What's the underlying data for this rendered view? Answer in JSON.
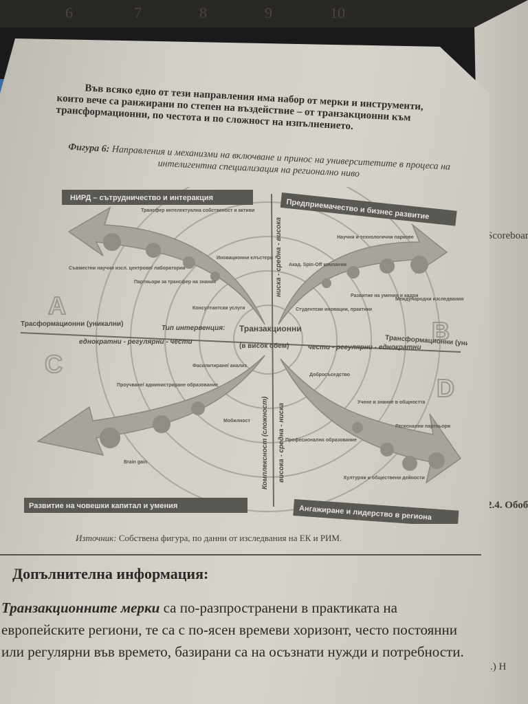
{
  "ruler_numbers": [
    "6",
    "7",
    "8",
    "9",
    "10"
  ],
  "paragraph": "Във всяко едно от тези направления има набор от мерки и инструменти, които вече са ранжирани по степен на въздействие – от транзакционни към трансформационни, по честота и по сложност на изпълнението.",
  "figure": {
    "label": "Фигура 6:",
    "title": "Направления и механизми на включване и принос на университетите в процеса на интелигентна специализация на регионално ниво",
    "quadrant_titles": {
      "nw": "НИРД – сътрудничество и интеракция",
      "ne": "Предприемачество и бизнес развитие",
      "sw": "Развитие на човешки капитал и умения",
      "se": "Ангажиране и лидерство в региона"
    },
    "letters": [
      "A",
      "B",
      "C",
      "D"
    ],
    "axis": {
      "left": "Трасформационни (уникални)",
      "right": "Трансформационни (уникални)",
      "type": "Тип интервенция:",
      "center": "Транзакционни",
      "center_sub": "(в висок обем)",
      "freq_left": "еднократни - регулярни - чести",
      "freq_right": "чести - регулярни - еднократни",
      "vert_top": "ниска - средна - висока",
      "vert_title": "Комплексност (сложност)",
      "vert_bottom": "висока - средна - ниска"
    },
    "labels": {
      "nw": [
        "Трансфер интелектуална собственост и активи",
        "Съвместни научни изсл. центрове/ лаборатории",
        "Партньори за трансфер на знания",
        "Иновационни клъстери",
        "Консултантски услуги"
      ],
      "ne": [
        "Научни и технологични паркове",
        "Акад. Spin-Off компании",
        "Развитие на умения и кадри",
        "Студентски иновации, практики",
        "Международни изследвания"
      ],
      "sw": [
        "Фасилитиране/ анализ",
        "Проучване/ администриране образование",
        "Мобилност",
        "Brain gain"
      ],
      "se": [
        "Добросъседство",
        "Учене и знание в общността",
        "Професионално образование",
        "Регионални партньори",
        "Културни и обществени дейности"
      ]
    }
  },
  "source_label": "Източник:",
  "source_text": "Собствена фигура, по данни от изследвания на ЕК и РИМ.",
  "additional_heading": "Допълнителна информация:",
  "body_bold": "Транзакционните мерки",
  "body_text": "са по-разпространени в практиката на европейските региони, те са с по-ясен времеви хоризонт, често постоянни или регулярни във времето, базирани са на осъзнати нужди и потребности.",
  "right_page": [
    "Scoreboard",
    "2.4. Обоб",
    "(.) Н"
  ]
}
